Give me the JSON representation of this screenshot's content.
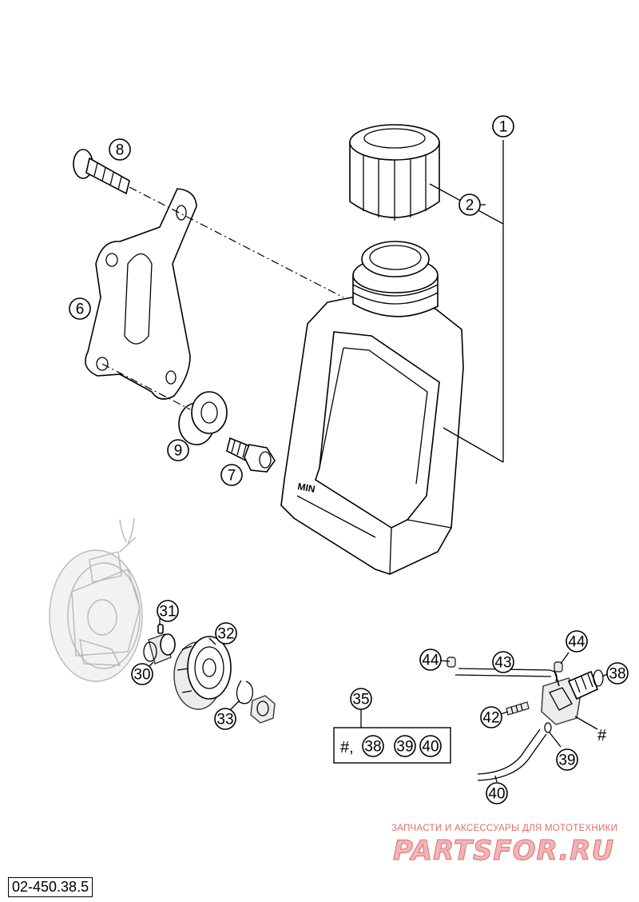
{
  "diagram": {
    "code": "02-450.38.5",
    "container_label": "MIN",
    "kit_contents": [
      "#,",
      "38",
      "39",
      "40"
    ],
    "parts": {
      "p1": "1",
      "p2": "2",
      "p6": "6",
      "p7": "7",
      "p8": "8",
      "p9": "9",
      "p30": "30",
      "p31": "31",
      "p32": "32",
      "p33": "33",
      "p35": "35",
      "p38": "38",
      "p39": "39",
      "p40": "40",
      "p42": "42",
      "p43": "43",
      "p44a": "44",
      "p44b": "44"
    },
    "hash_mark": "#"
  },
  "watermark": {
    "tagline": "ЗАПЧАСТИ И АКСЕССУАРЫ ДЛЯ МОТОТЕХНИКИ",
    "logo": "PARTSFOR.RU"
  }
}
